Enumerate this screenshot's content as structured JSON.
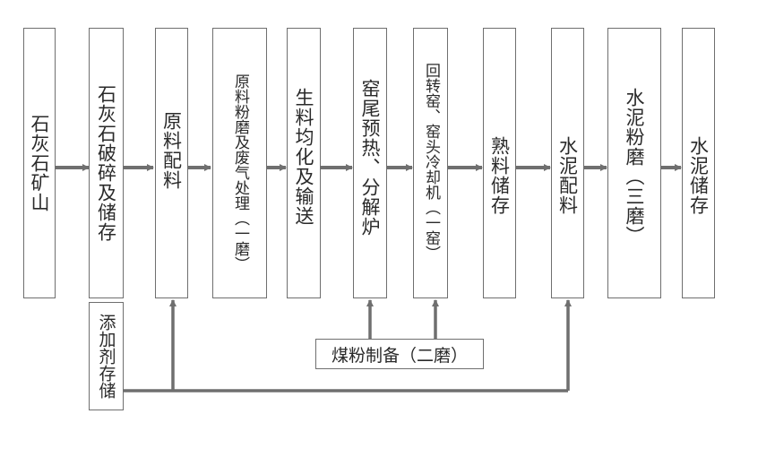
{
  "process_steps": [
    "石灰石矿山",
    "石灰石破碎及储存",
    "原料配料",
    "原料粉磨及废气处理（一磨）",
    "生料均化及输送",
    "窑尾预热、分解炉",
    "回转窑、窑头冷却机（一窑）",
    "熟料储存",
    "水泥配料",
    "水泥粉磨（三磨）",
    "水泥储存"
  ],
  "additive_storage": "添加剂存储",
  "coal_prep": "煤粉制备（二磨）",
  "colors": {
    "line": "#6f6f6f",
    "text": "#2a2a2a"
  }
}
